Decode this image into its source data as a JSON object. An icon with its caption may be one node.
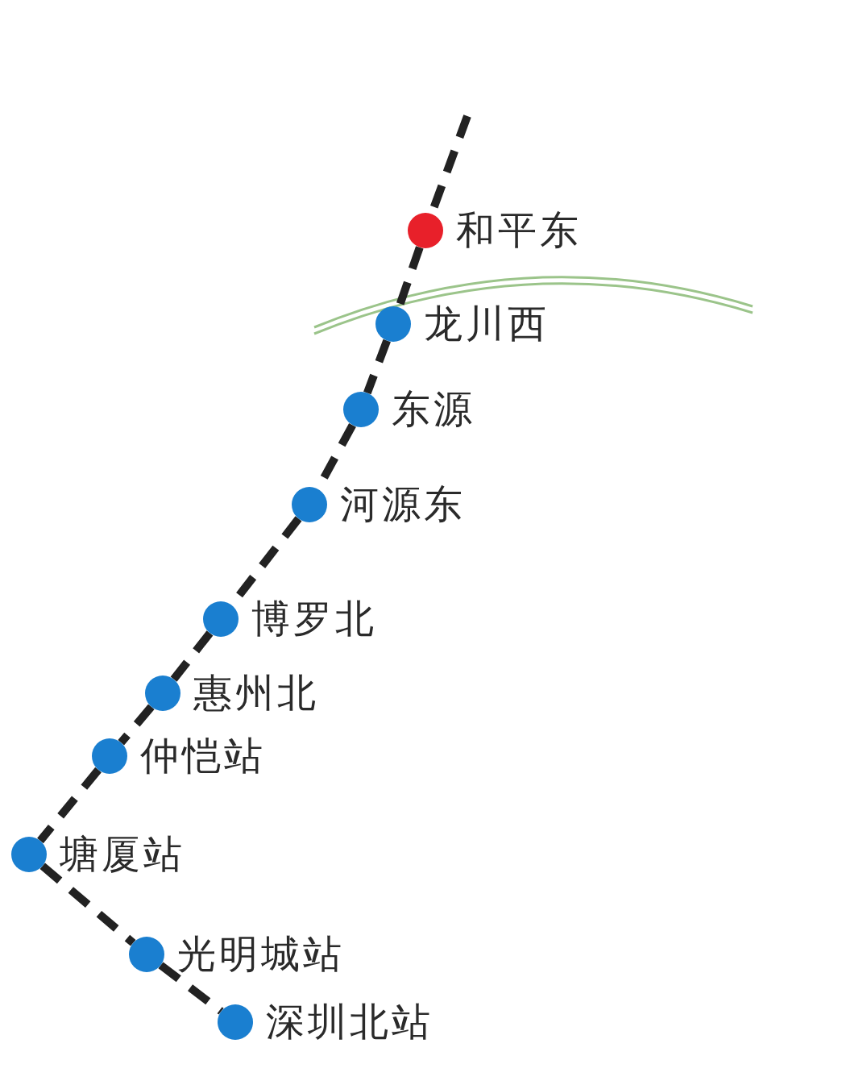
{
  "diagram": {
    "nodes": [
      {
        "text": [
          "和平东"
        ]
      },
      {
        "text": [
          "龙川西"
        ]
      },
      {
        "text": [
          "东源"
        ]
      },
      {
        "text": [
          "河源东"
        ]
      },
      {
        "text": [
          "博罗北"
        ]
      },
      {
        "text": [
          "惠州北"
        ]
      },
      {
        "text": [
          "仲恺站"
        ]
      },
      {
        "text": [
          "塘厦站"
        ]
      },
      {
        "text": [
          "光明城站"
        ]
      },
      {
        "text": [
          "深圳北站"
        ]
      }
    ],
    "edges": [
      {
        "from": null,
        "to": 0,
        "arrow": "none",
        "style": "dashed"
      },
      {
        "from": 0,
        "to": 1,
        "arrow": "none",
        "style": "dashed"
      },
      {
        "from": 1,
        "to": 2,
        "arrow": "none",
        "style": "dashed"
      },
      {
        "from": 2,
        "to": 3,
        "arrow": "none",
        "style": "dashed"
      },
      {
        "from": 3,
        "to": 4,
        "arrow": "none",
        "style": "dashed"
      },
      {
        "from": 4,
        "to": 5,
        "arrow": "none",
        "style": "dashed"
      },
      {
        "from": 5,
        "to": 6,
        "arrow": "none",
        "style": "dashed"
      },
      {
        "from": 6,
        "to": 7,
        "arrow": "none",
        "style": "dashed"
      },
      {
        "from": 7,
        "to": 8,
        "arrow": "none",
        "style": "dashed"
      },
      {
        "from": 8,
        "to": 9,
        "arrow": "none",
        "style": "dashed"
      }
    ]
  }
}
